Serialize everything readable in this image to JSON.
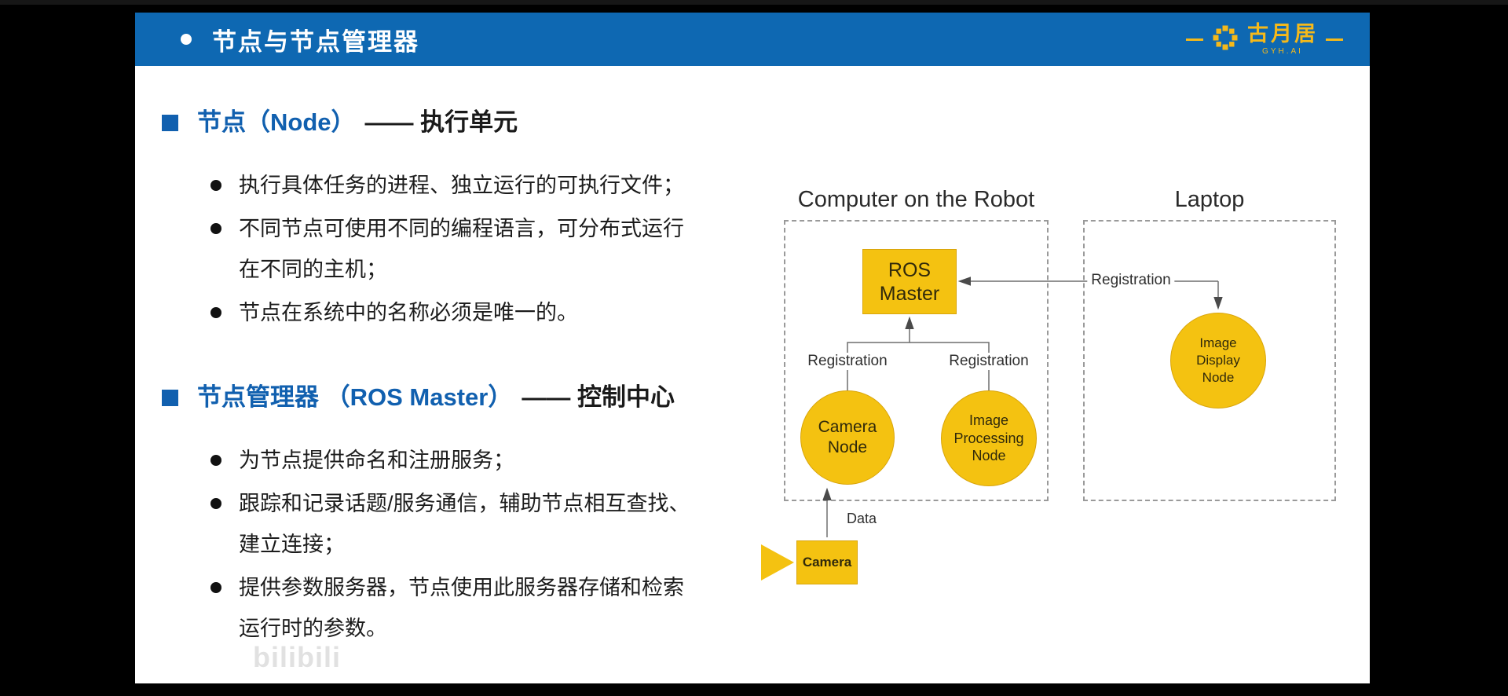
{
  "header": {
    "bullet": "●",
    "title": "节点与节点管理器",
    "bar_color": "#0e68b2",
    "logo": {
      "name": "古月居",
      "subtitle": "GYH.AI",
      "color": "#f5b91a"
    }
  },
  "content": {
    "section1": {
      "title_highlight": "节点（Node）",
      "title_rest": "—— 执行单元",
      "bullets": [
        "执行具体任务的进程、独立运行的可执行文件；",
        "不同节点可使用不同的编程语言，可分布式运行在不同的主机；",
        "节点在系统中的名称必须是唯一的。"
      ]
    },
    "section2": {
      "title_highlight": "节点管理器 （ROS Master）",
      "title_rest": "—— 控制中心",
      "bullets": [
        "为节点提供命名和注册服务；",
        "跟踪和记录话题/服务通信，辅助节点相互查找、建立连接；",
        "提供参数服务器，节点使用此服务器存储和检索运行时的参数。"
      ]
    }
  },
  "diagram": {
    "left_box_title": "Computer on the Robot",
    "right_box_title": "Laptop",
    "nodes": {
      "ros_master": "ROS\nMaster",
      "camera_node": "Camera\nNode",
      "image_processing_node": "Image\nProcessing\nNode",
      "image_display_node": "Image\nDisplay\nNode",
      "camera_device": "Camera"
    },
    "labels": {
      "registration_camera": "Registration",
      "registration_processing": "Registration",
      "registration_display": "Registration",
      "data": "Data"
    },
    "colors": {
      "node_fill": "#f4c211",
      "node_border": "#d9a50b",
      "line": "#6f6f6f",
      "box_border": "#9a9a9a"
    }
  },
  "watermark": "bilibili"
}
